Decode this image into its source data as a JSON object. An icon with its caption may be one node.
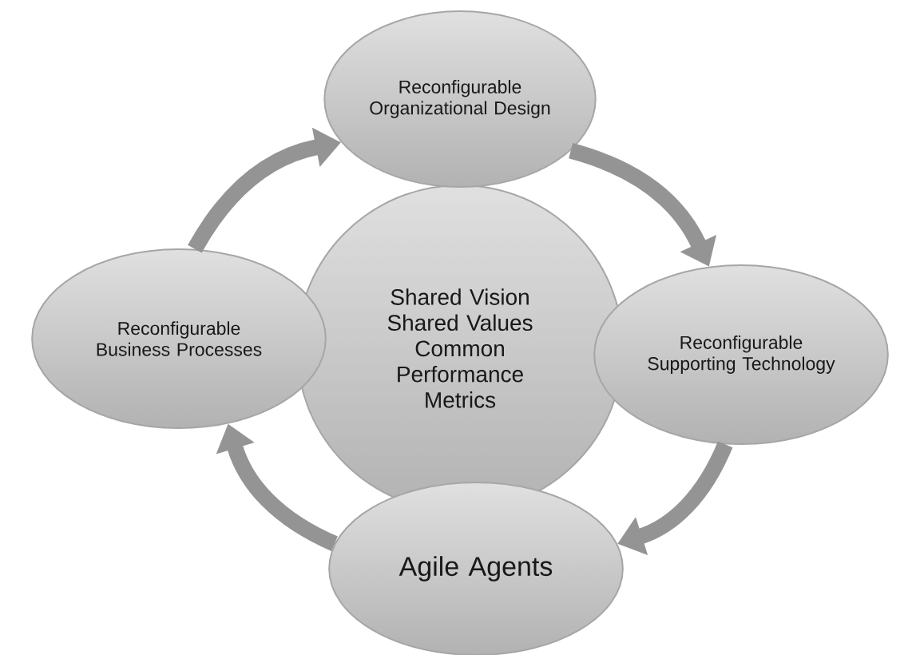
{
  "diagram": {
    "nodes": [
      {
        "text": [
          "Reconfigurable Organizational Design"
        ]
      },
      {
        "text": [
          "Reconfigurable Business Processes"
        ]
      },
      {
        "text": [
          "Shared Vision Shared Values Common Performance Metrics"
        ]
      },
      {
        "text": [
          "Reconfigurable Supporting Technology"
        ]
      },
      {
        "text": [
          "Agile Agents"
        ]
      }
    ],
    "edges": [
      {
        "from": 0,
        "to": 3,
        "arrow": "to"
      },
      {
        "from": 3,
        "to": 4,
        "arrow": "to"
      },
      {
        "from": 4,
        "to": 1,
        "arrow": "to"
      },
      {
        "from": 1,
        "to": 0,
        "arrow": "to"
      }
    ]
  }
}
